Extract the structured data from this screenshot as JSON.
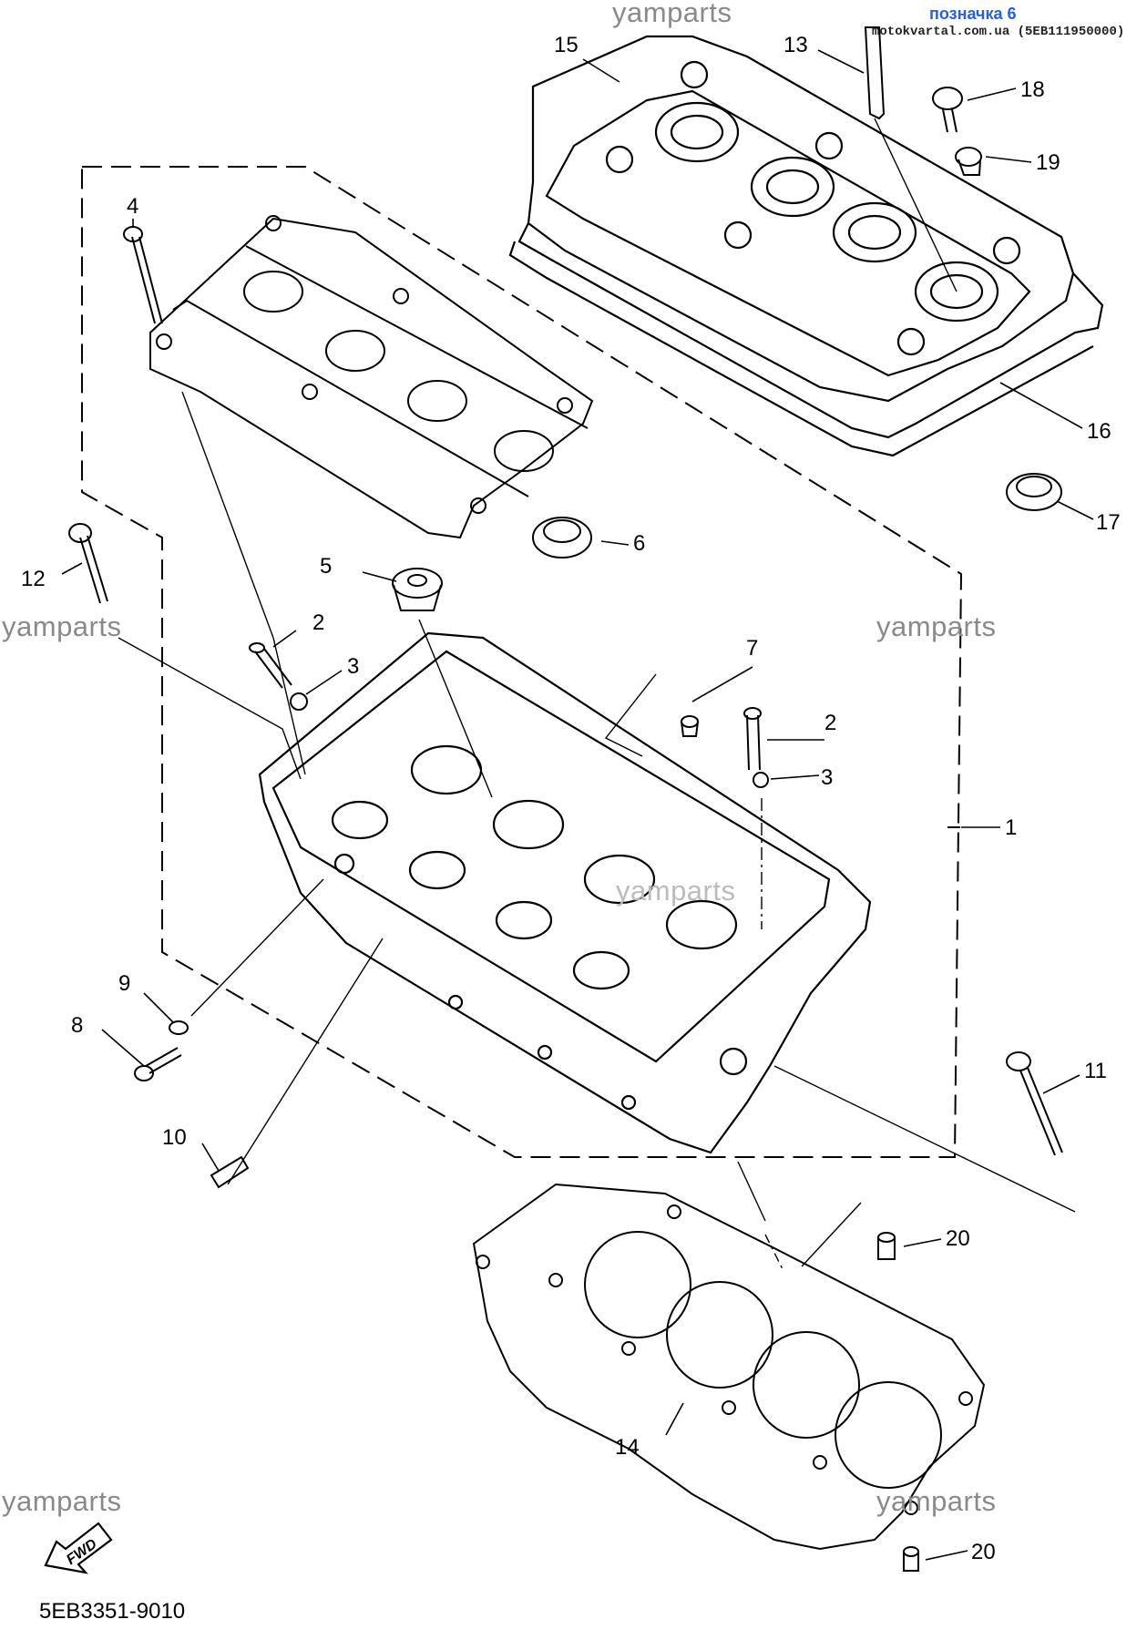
{
  "header": {
    "tag": "позначка 6",
    "source": "motokvartal.com.ua (5EB111950000)"
  },
  "watermark": "yamparts",
  "diagram_code": "5EB3351-9010",
  "fwd_label": "FWD",
  "callouts": [
    "1",
    "2",
    "3",
    "4",
    "5",
    "6",
    "7",
    "8",
    "9",
    "10",
    "11",
    "12",
    "13",
    "14",
    "15",
    "16",
    "17",
    "18",
    "19",
    "20"
  ],
  "parts": [
    {
      "num": "1",
      "name": "cylinder-head-assembly"
    },
    {
      "num": "2",
      "name": "valve-guide"
    },
    {
      "num": "3",
      "name": "circlip"
    },
    {
      "num": "4",
      "name": "bolt"
    },
    {
      "num": "5",
      "name": "plug"
    },
    {
      "num": "6",
      "name": "seal"
    },
    {
      "num": "7",
      "name": "stud-dowel"
    },
    {
      "num": "8",
      "name": "bolt"
    },
    {
      "num": "9",
      "name": "washer"
    },
    {
      "num": "10",
      "name": "stud-bolt"
    },
    {
      "num": "11",
      "name": "bolt"
    },
    {
      "num": "12",
      "name": "bolt"
    },
    {
      "num": "13",
      "name": "spark-plug"
    },
    {
      "num": "14",
      "name": "cylinder-head-gasket"
    },
    {
      "num": "15",
      "name": "head-cover"
    },
    {
      "num": "16",
      "name": "head-cover-gasket"
    },
    {
      "num": "17",
      "name": "seal"
    },
    {
      "num": "18",
      "name": "bolt"
    },
    {
      "num": "19",
      "name": "grommet"
    },
    {
      "num": "20",
      "name": "dowel-pin"
    }
  ]
}
